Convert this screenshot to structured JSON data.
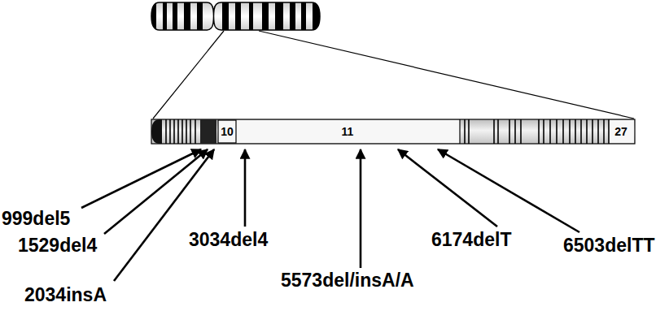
{
  "diagram": {
    "labels": [
      "10",
      "11",
      "27",
      "999del5",
      "1529del4",
      "2034insA",
      "3034del4",
      "5573del/insA/A",
      "6174delT",
      "6503delTT"
    ]
  }
}
